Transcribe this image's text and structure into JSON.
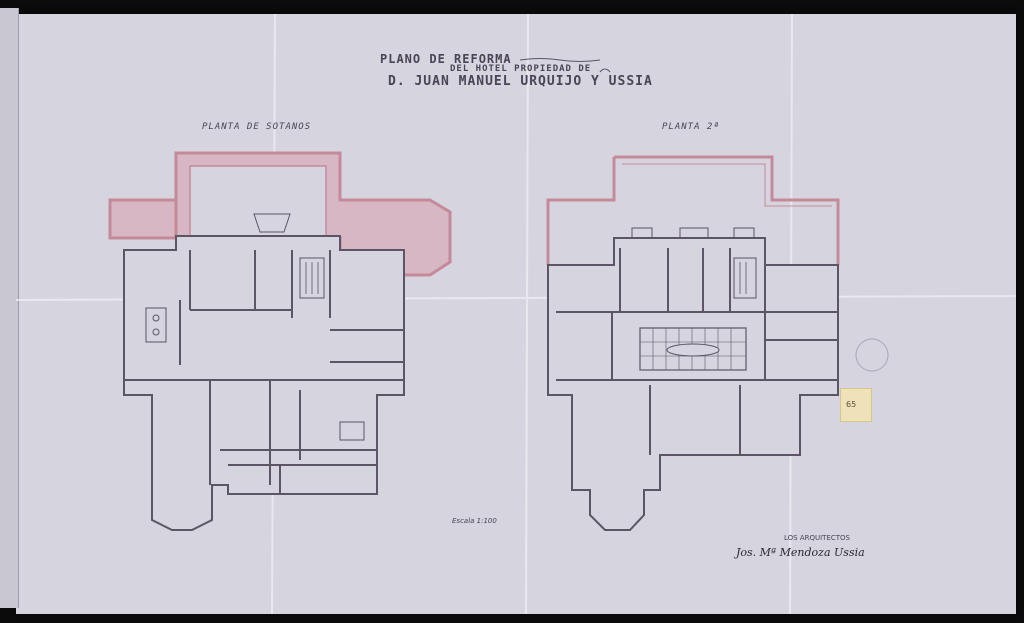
{
  "title": {
    "line1": "PLANO DE REFORMA",
    "line2": "DEL HOTEL PROPIEDAD DE",
    "line3": "D. JUAN MANUEL URQUIJO Y USSIA"
  },
  "plans": {
    "left_title": "PLANTA DE SOTANOS",
    "right_title": "PLANTA 2ª"
  },
  "scale_label": "Escala 1:100",
  "author_label": "LOS ARQUITECTOS",
  "signature_text": "Jos. Mª Mendoza Ussia",
  "sticker_label": "65",
  "colors": {
    "paper": "#d6d4df",
    "ink": "#5b5566",
    "terrace": "#c58a9a"
  }
}
